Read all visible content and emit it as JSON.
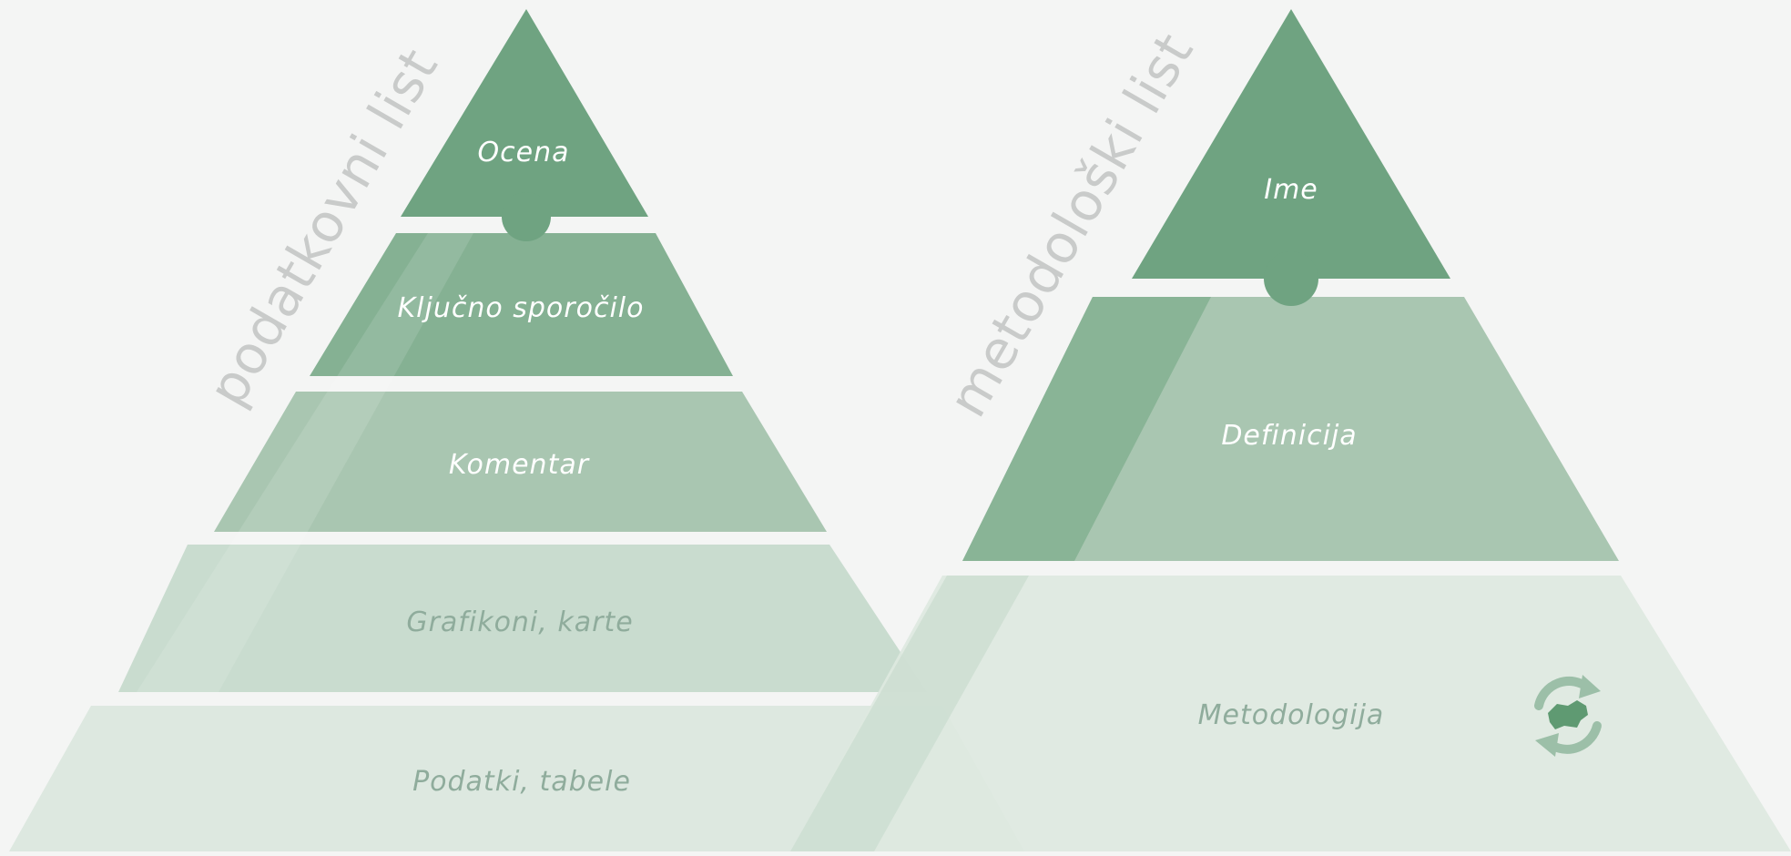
{
  "pyramids": [
    {
      "side_label": "podatkovni list",
      "layers": [
        {
          "label": "Ocena"
        },
        {
          "label": "Ključno sporočilo"
        },
        {
          "label": "Komentar"
        },
        {
          "label": "Grafikoni, karte"
        },
        {
          "label": "Podatki, tabele"
        }
      ]
    },
    {
      "side_label": "metodološki list",
      "layers": [
        {
          "label": "Ime"
        },
        {
          "label": "Definicija"
        },
        {
          "label": "Metodologija"
        }
      ]
    }
  ],
  "icons": {
    "slovenia_cycle": "slovenia-recycle-icon"
  },
  "colors": {
    "background": "#f4f5f4",
    "dark_green": "#6fa381",
    "mid_green": "#a3c2ac",
    "light_green": "#c9dccf",
    "faint_green": "#dde8e0",
    "label_gray": "#c9cbca"
  }
}
